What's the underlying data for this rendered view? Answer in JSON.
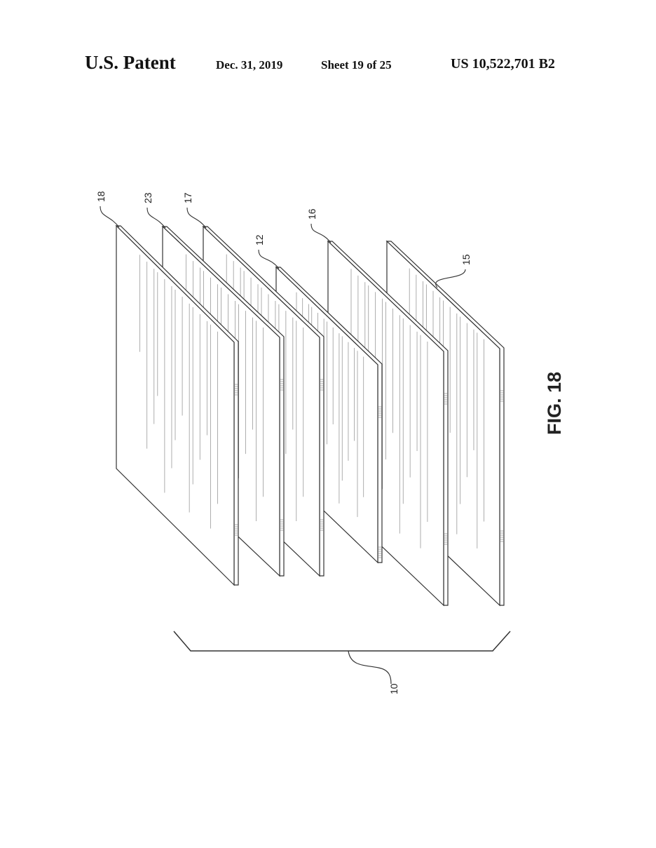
{
  "header": {
    "title": "U.S. Patent",
    "date": "Dec. 31, 2019",
    "sheet": "Sheet 19 of 25",
    "patent_number": "US 10,522,701 B2"
  },
  "figure": {
    "label": "FIG. 18",
    "assembly_ref": "10",
    "layers": [
      {
        "ref": "15"
      },
      {
        "ref": "16"
      },
      {
        "ref": "12"
      },
      {
        "ref": "17"
      },
      {
        "ref": "23"
      },
      {
        "ref": "18"
      }
    ]
  }
}
